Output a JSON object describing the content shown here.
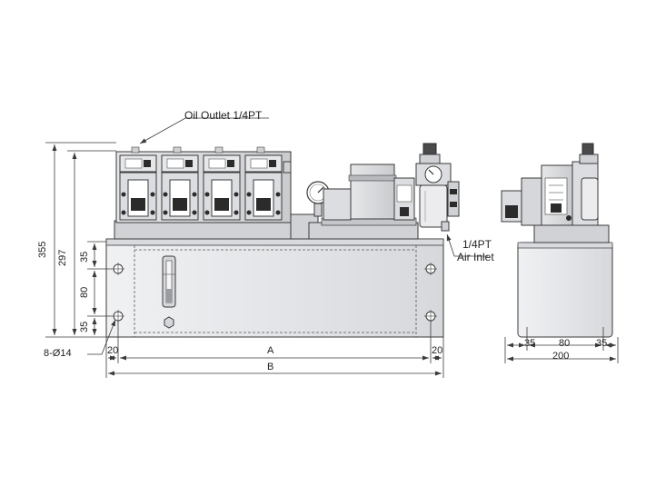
{
  "labels": {
    "oil_outlet": "Oil Outlet 1/4PT",
    "air_inlet_size": "1/4PT",
    "air_inlet": "Air Inlet",
    "dim_355": "355",
    "dim_297": "297",
    "dim_35_top": "35",
    "dim_80": "80",
    "dim_35_bottom": "35",
    "holes": "8-Ø14",
    "dim_20_left": "20",
    "dim_A": "A",
    "dim_20_right": "20",
    "dim_B": "B",
    "side_35_left": "35",
    "side_80": "80",
    "side_35_right": "35",
    "side_200": "200"
  },
  "colors": {
    "line": "#3a3a3a",
    "tank_fill": "#e9eaec",
    "tank_dark": "#cfd1d4",
    "part_fill": "#dcdde0",
    "part_dark": "#8a8c90",
    "part_black": "#2b2b2b"
  },
  "icons": [
    "gauge-icon",
    "level-gauge-icon",
    "drain-plug-icon"
  ]
}
